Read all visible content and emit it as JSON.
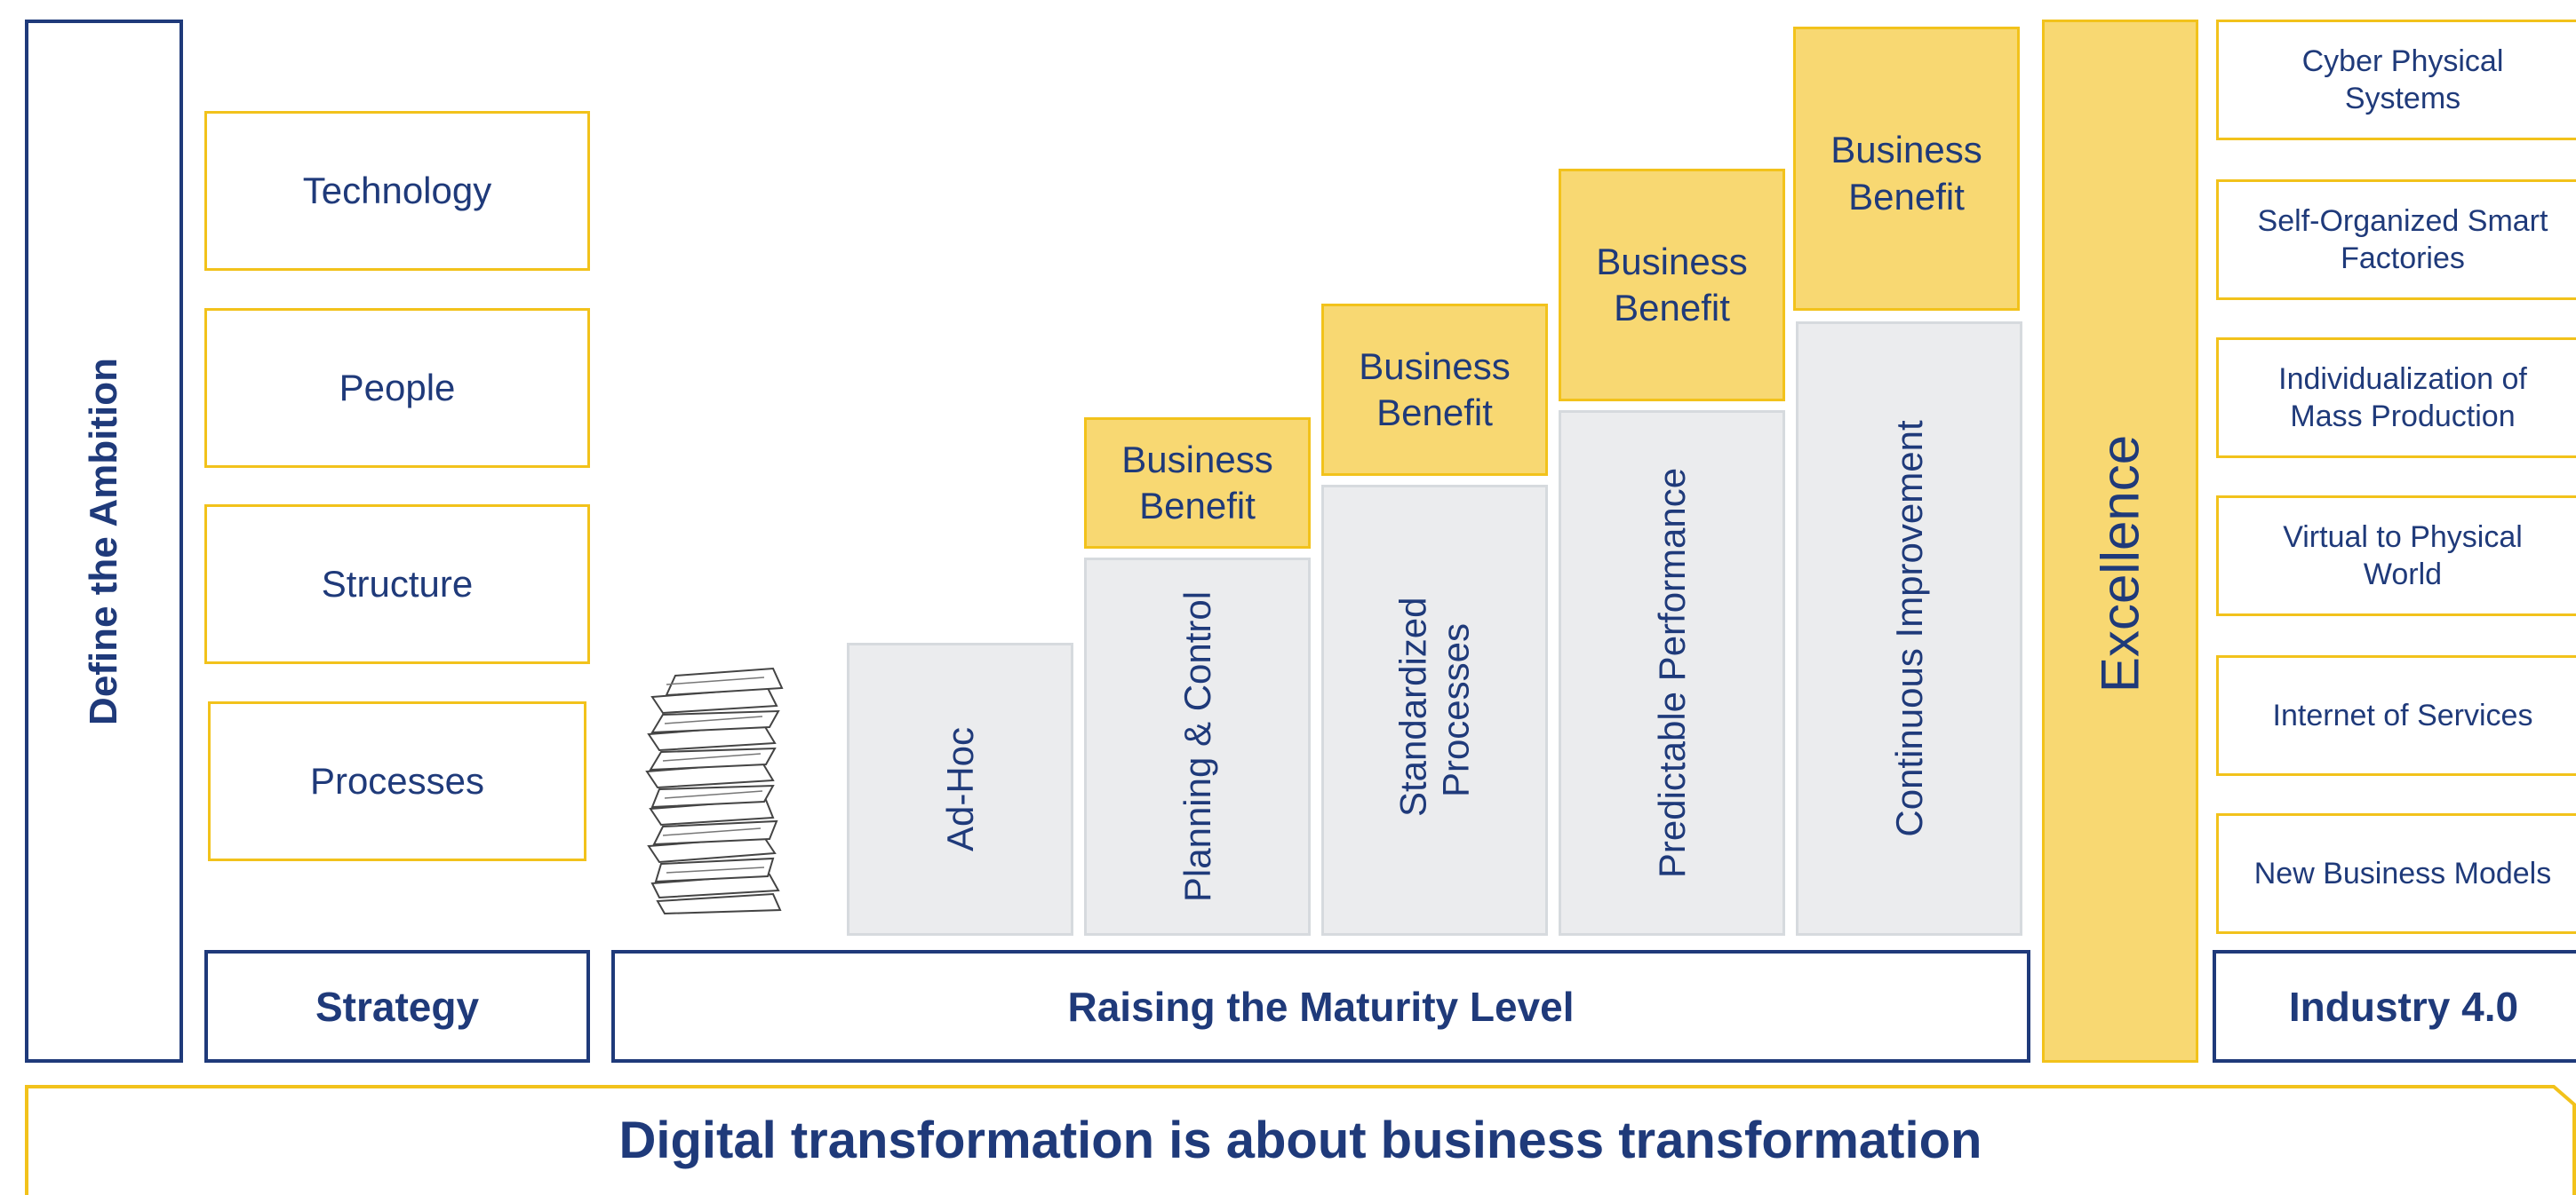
{
  "ambition": {
    "label": "Define the Ambition"
  },
  "strategy": {
    "items": [
      "Technology",
      "People",
      "Structure",
      "Processes"
    ],
    "footer": "Strategy"
  },
  "maturity": {
    "stages": [
      "Ad-Hoc",
      "Planning & Control",
      "Standardized Processes",
      "Predictable Performance",
      "Continuous Improvement"
    ],
    "benefit_label": "Business Benefit",
    "footer": "Raising the Maturity Level"
  },
  "excellence": {
    "label": "Excellence"
  },
  "industry": {
    "items": [
      "Cyber Physical Systems",
      "Self-Organized Smart Factories",
      "Individualization of Mass Production",
      "Virtual to Physical World",
      "Internet of Services",
      "New Business Models"
    ],
    "footer": "Industry 4.0"
  },
  "banner": {
    "text": "Digital transformation is about business transformation"
  },
  "colors": {
    "navy": "#1f3a7a",
    "gold": "#f2c21b",
    "gold_fill": "#f8d872",
    "grey": "#ebecee"
  }
}
